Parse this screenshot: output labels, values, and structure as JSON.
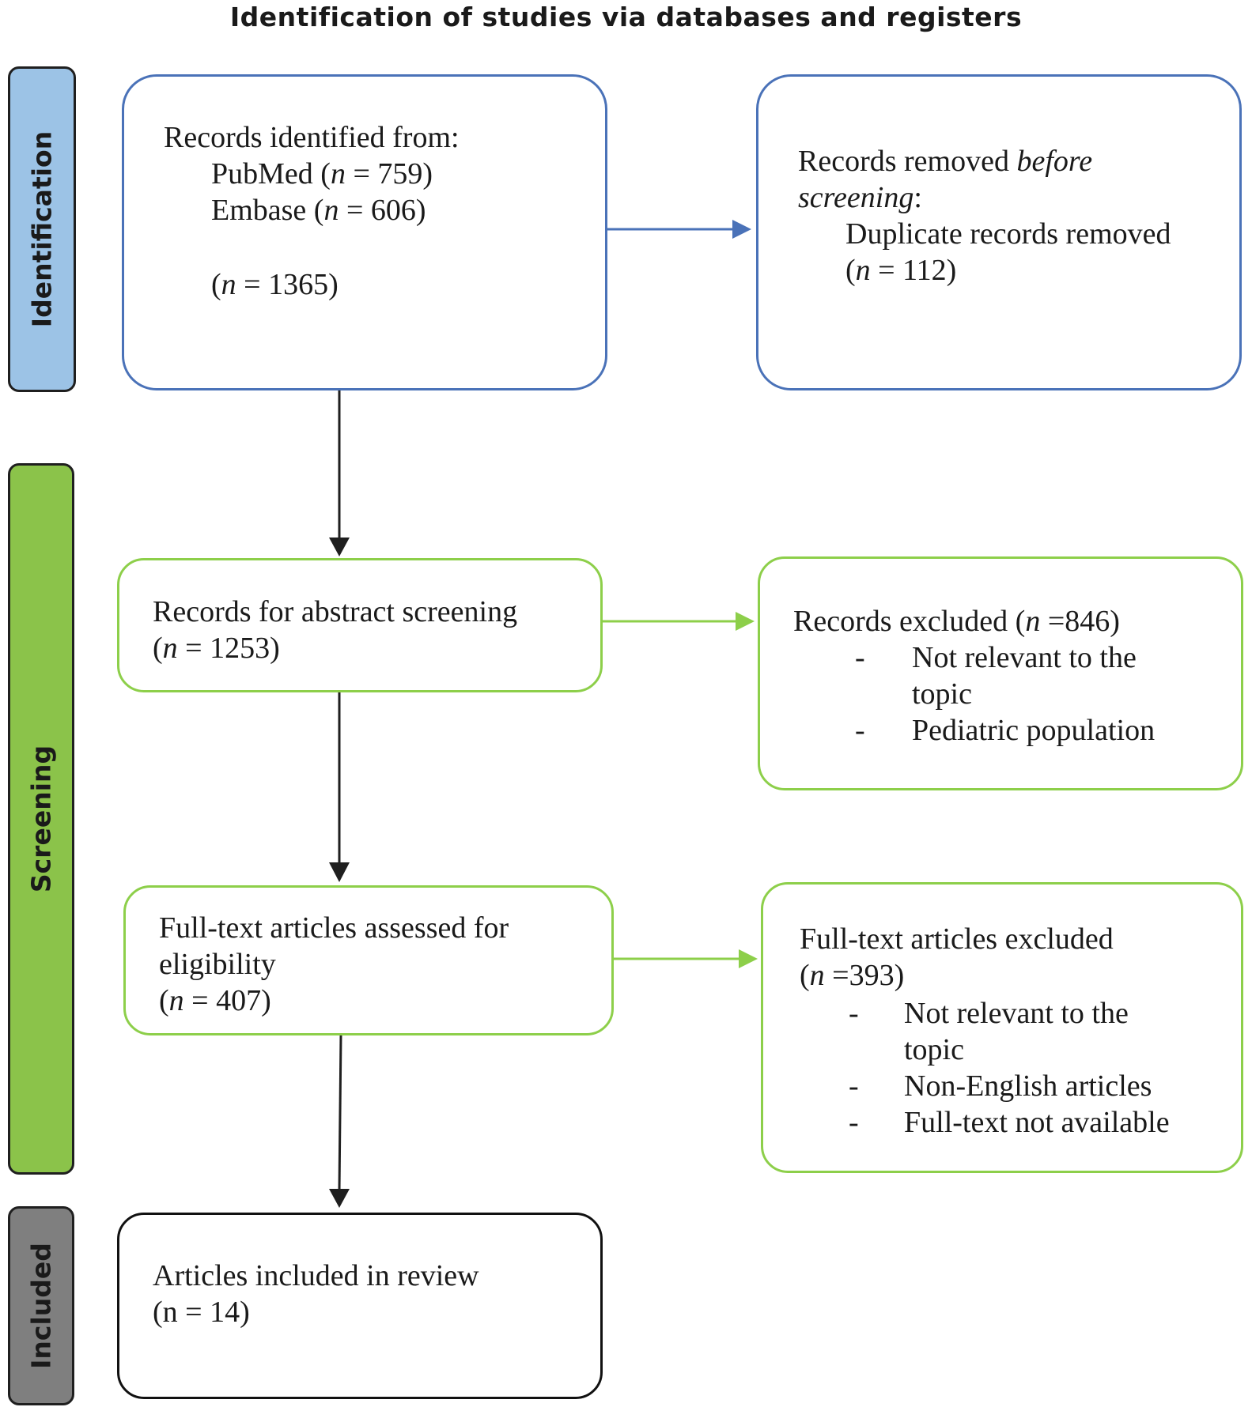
{
  "title": "Identification of studies via databases and registers",
  "phases": {
    "identification": "Identification",
    "screening": "Screening",
    "included": "Included"
  },
  "identified_box": {
    "heading": "Records identified from:",
    "pubmed_label": "PubMed (",
    "pubmed_n": "n",
    "pubmed_value": " = 759)",
    "embase_label": "Embase (",
    "embase_n": "n",
    "embase_value": " = 606)",
    "total_open": "(",
    "total_n": "n",
    "total_value": " = 1365)"
  },
  "removed_box": {
    "heading_plain": "Records removed ",
    "heading_italic_1": "before",
    "heading_italic_2": "screening",
    "heading_colon": ":",
    "item": "Duplicate records removed",
    "count_open": "(",
    "count_n": "n",
    "count_value": " = 112)"
  },
  "abstract_box": {
    "heading": "Records for abstract screening",
    "count_open": "(",
    "count_n": "n",
    "count_value": " = 1253)"
  },
  "excluded_box": {
    "heading_plain": "Records excluded (",
    "heading_n": "n",
    "heading_value": " =846)",
    "items": [
      "Not relevant to the",
      "topic",
      "Pediatric population"
    ],
    "bullet": "-"
  },
  "fulltext_box": {
    "line1": "Full-text articles assessed for",
    "line2": "eligibility",
    "count_open": "(",
    "count_n": "n",
    "count_value": " = 407)"
  },
  "fulltext_excluded_box": {
    "heading": "Full-text articles excluded",
    "count_open": "(",
    "count_n": "n",
    "count_value": " =393)",
    "items": [
      "Not relevant to the",
      "topic",
      "Non-English articles",
      "Full-text not available"
    ],
    "bullet": "-"
  },
  "included_box": {
    "heading": "Articles included in review",
    "count": "(n = 14)"
  },
  "colors": {
    "identification_bar": "#9cc3e6",
    "screening_bar": "#8bc34a",
    "included_bar": "#7f7f7f",
    "blue_border": "#4a72b8",
    "green_border": "#8dcf4a",
    "arrow_dark": "#1f1f1f"
  }
}
